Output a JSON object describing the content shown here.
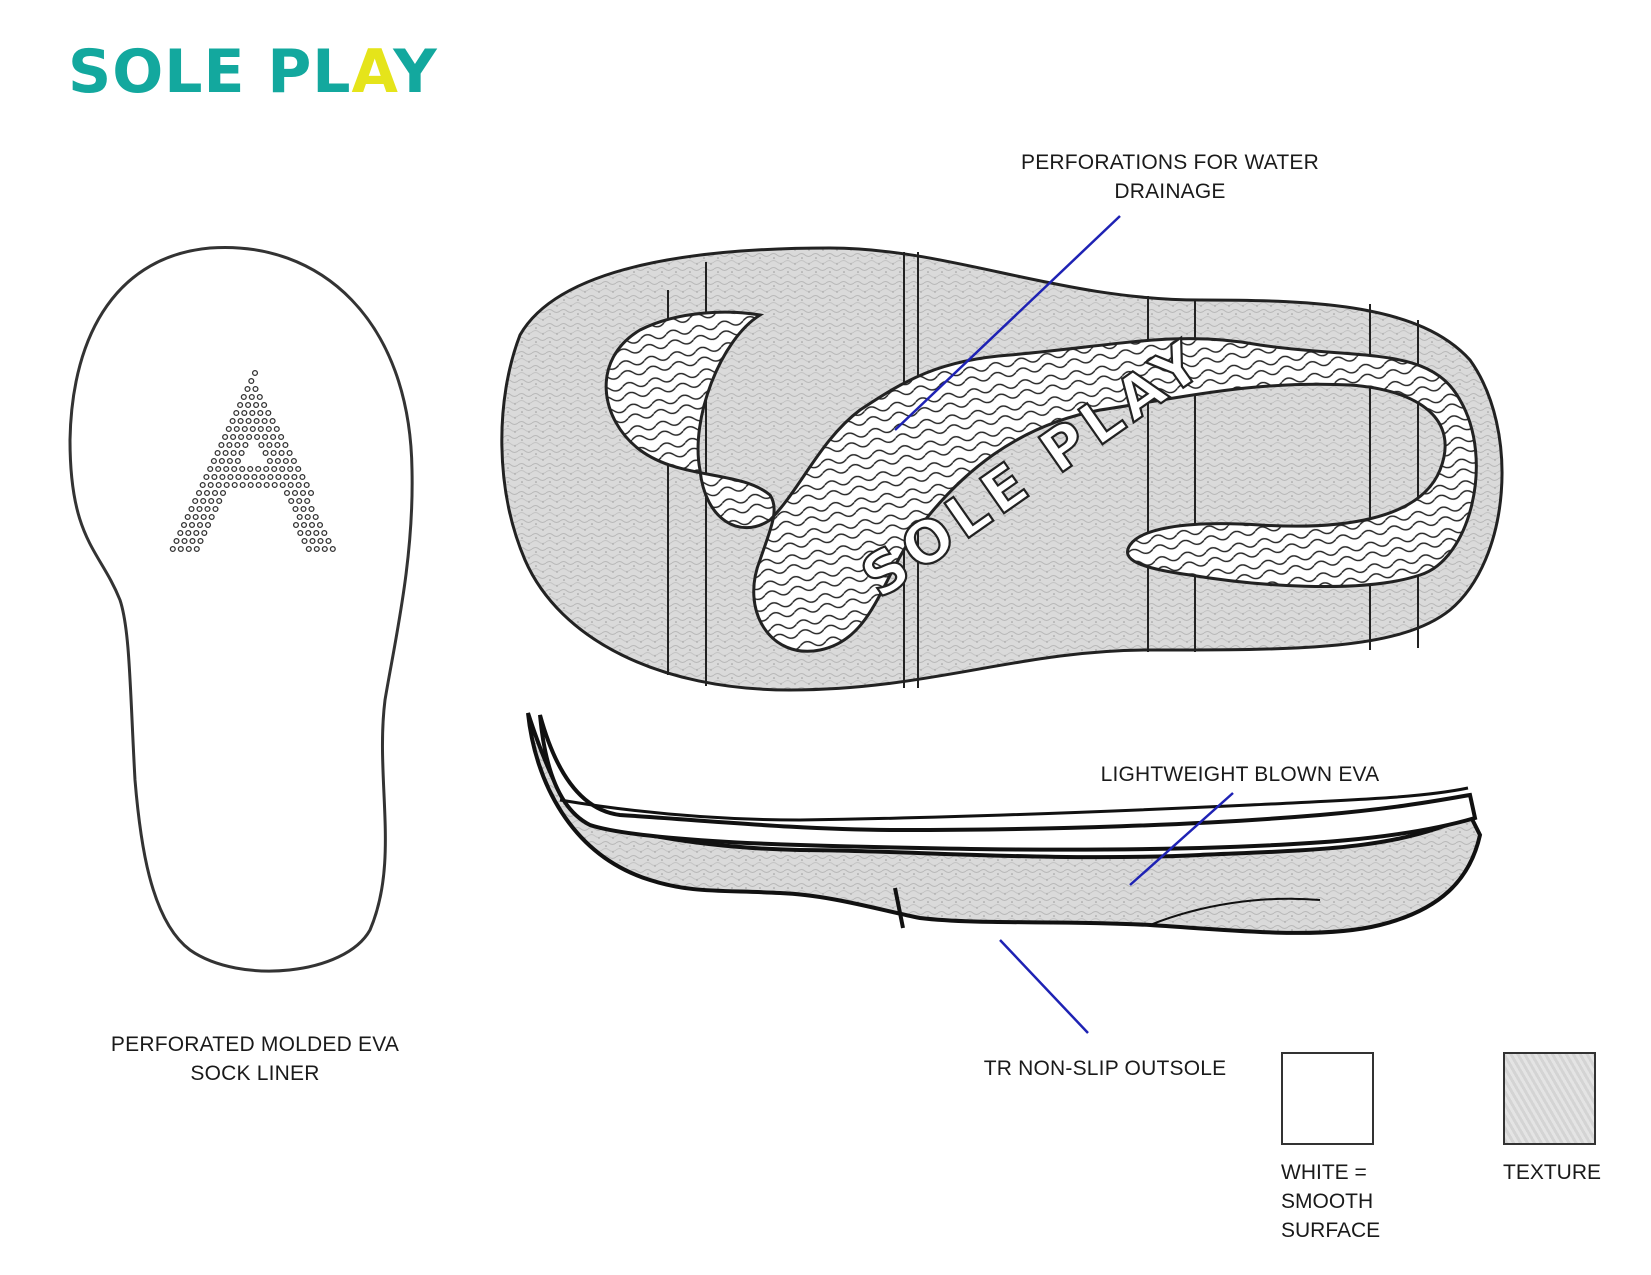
{
  "brand": {
    "logo_main": "SOLE PL",
    "logo_accent": "A",
    "logo_end": "Y",
    "teal": "#13a89e",
    "yellow": "#e5e41a"
  },
  "callouts": {
    "perforations": "PERFORATIONS FOR WATER DRAINAGE",
    "blown_eva": "LIGHTWEIGHT BLOWN EVA",
    "outsole": "TR NON-SLIP OUTSOLE",
    "sock_liner": "PERFORATED MOLDED EVA SOCK LINER"
  },
  "outsole_imprint": "SOLE PLAY",
  "legend": {
    "white_label": "WHITE = SMOOTH SURFACE",
    "texture_label": "TEXTURE"
  },
  "colors": {
    "leader_line": "#1e22b4",
    "outline": "#222222",
    "texture_bg": "#d9d9d9"
  }
}
